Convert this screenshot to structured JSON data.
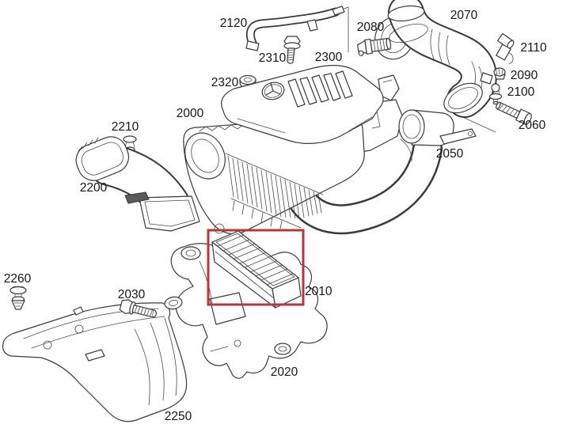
{
  "diagram": {
    "type": "exploded-parts-diagram",
    "subject": "air-filter-assembly",
    "background": "#ffffff",
    "line_color": "#3a3a3a",
    "label_color": "#161616",
    "highlight": {
      "part": "2010",
      "color": "#bf3439"
    },
    "parts": [
      {
        "label": "2120",
        "name": "breather-hose"
      },
      {
        "label": "2310",
        "name": "cover-bolt"
      },
      {
        "label": "2300",
        "name": "engine-cover"
      },
      {
        "label": "2320",
        "name": "flange-nut"
      },
      {
        "label": "2080",
        "name": "sensor-fitting"
      },
      {
        "label": "2070",
        "name": "intake-air-duct"
      },
      {
        "label": "2110",
        "name": "elbow-connector"
      },
      {
        "label": "2090",
        "name": "grommet"
      },
      {
        "label": "2100",
        "name": "valve-plug"
      },
      {
        "label": "2060",
        "name": "clamp-screw"
      },
      {
        "label": "2050",
        "name": "air-mass-sensor"
      },
      {
        "label": "2000",
        "name": "air-filter-housing"
      },
      {
        "label": "2210",
        "name": "retaining-clip"
      },
      {
        "label": "2200",
        "name": "intake-snorkel-duct"
      },
      {
        "label": "2260",
        "name": "expansion-rivet"
      },
      {
        "label": "2030",
        "name": "mounting-bolt"
      },
      {
        "label": "2010",
        "name": "air-filter-element-highlighted"
      },
      {
        "label": "2020",
        "name": "support-bracket-frame"
      },
      {
        "label": "2250",
        "name": "cowl-panel"
      }
    ]
  }
}
